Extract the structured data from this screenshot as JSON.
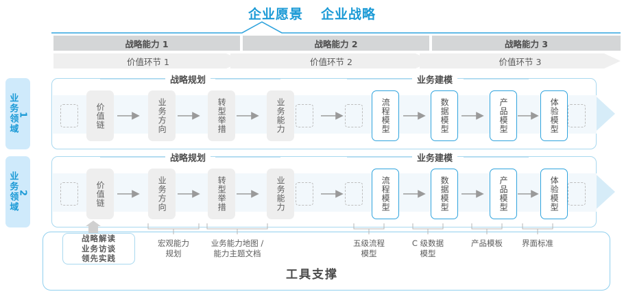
{
  "header": {
    "vision": "企业愿景",
    "strategy": "企业战略"
  },
  "capability_bands": [
    {
      "label": "战略能力 1"
    },
    {
      "label": "战略能力 2"
    },
    {
      "label": "战略能力 3"
    }
  ],
  "value_bands": [
    {
      "label": "价值环节 1"
    },
    {
      "label": "价值环节 2"
    },
    {
      "label": "价值环节 3"
    }
  ],
  "domains": [
    {
      "name": "业务领域",
      "index": "1"
    },
    {
      "name": "业务领域",
      "index": "2"
    }
  ],
  "groups": [
    {
      "label": "战略规划"
    },
    {
      "label": "业务建模"
    }
  ],
  "nodes": [
    {
      "label": "价值链",
      "style": "gray"
    },
    {
      "label": "业务方向",
      "style": "gray"
    },
    {
      "label": "转型举措",
      "style": "gray"
    },
    {
      "label": "业务能力",
      "style": "gray"
    },
    {
      "label": "流程模型",
      "style": "blue"
    },
    {
      "label": "数据模型",
      "style": "blue"
    },
    {
      "label": "产品模型",
      "style": "blue"
    },
    {
      "label": "体验模型",
      "style": "blue"
    }
  ],
  "tool_support": {
    "title": "工具支撑",
    "chip": {
      "line1": "战略解读",
      "line2": "业务访谈",
      "line3": "领先实践"
    },
    "labels": [
      {
        "line1": "宏观能力",
        "line2": "规划"
      },
      {
        "line1": "业务能力地图 /",
        "line2": "能力主题文档"
      },
      {
        "line1": "五级流程",
        "line2": "模型"
      },
      {
        "line1": "C 级数据",
        "line2": "模型"
      },
      {
        "line1": "产品模板",
        "line2": ""
      },
      {
        "line1": "界面标准",
        "line2": ""
      }
    ]
  },
  "colors": {
    "accent_blue": "#1b9ad6",
    "node_border_blue": "#2fa3dd",
    "band_gray": "#d4d6d7",
    "chevron_gray": "#efefef",
    "row_band": "#f2f8fc",
    "tab_bg": "#cfeafb"
  }
}
